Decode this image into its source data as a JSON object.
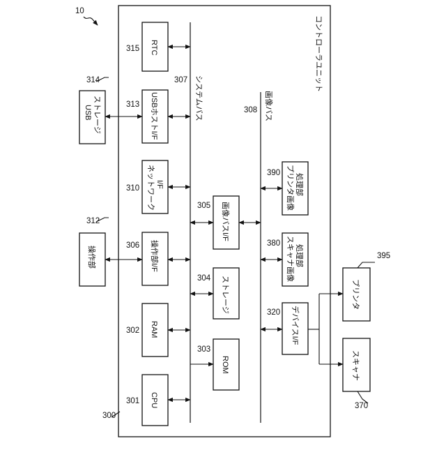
{
  "figure_ref": "10",
  "controller": {
    "label": "コントローラユニット",
    "ref": "300"
  },
  "buses": {
    "system": {
      "label": "システムバス",
      "ref": "307"
    },
    "image": {
      "label": "画像バス",
      "ref": "308"
    }
  },
  "blocks": {
    "rtc": {
      "label": "RTC",
      "ref": "315"
    },
    "usb_host": {
      "label": "USBホストI/F",
      "ref": "313"
    },
    "network": {
      "line1": "ネットワーク",
      "line2": "I/F",
      "ref": "310"
    },
    "ope_if": {
      "label": "操作部I/F",
      "ref": "306"
    },
    "ram": {
      "label": "RAM",
      "ref": "302"
    },
    "cpu": {
      "label": "CPU",
      "ref": "301"
    },
    "image_bus_if": {
      "label": "画像バスI/F",
      "ref": "305"
    },
    "storage": {
      "label": "ストレージ",
      "ref": "304"
    },
    "rom": {
      "label": "ROM",
      "ref": "303"
    },
    "printer_proc": {
      "line1": "プリンタ画像",
      "line2": "処理部",
      "ref": "390"
    },
    "scanner_proc": {
      "line1": "スキャナ画像",
      "line2": "処理部",
      "ref": "380"
    },
    "device_if": {
      "label": "デバイスI/F",
      "ref": "320"
    },
    "usb_storage": {
      "line1": "USB",
      "line2": "ストレージ",
      "ref": "314"
    },
    "ope_unit": {
      "label": "操作部",
      "ref": "312"
    },
    "printer": {
      "label": "プリンタ",
      "ref": "395"
    },
    "scanner": {
      "label": "スキャナ",
      "ref": "370"
    }
  }
}
